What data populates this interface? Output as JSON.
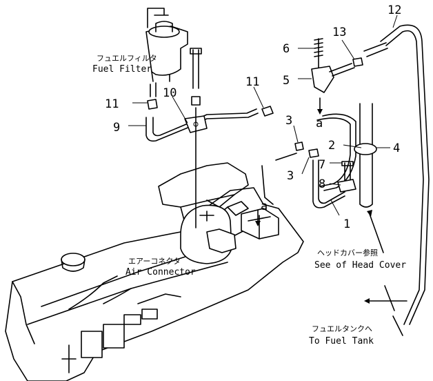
{
  "labels": {
    "n1": "1",
    "n2": "2",
    "n3": "3",
    "n4": "4",
    "n5": "5",
    "n6": "6",
    "n7": "7",
    "n8": "8",
    "n9": "9",
    "n10": "10",
    "n11": "11",
    "n12": "12",
    "n13": "13",
    "a": "a"
  },
  "captions": {
    "fuel_filter_jp": "フュエルフィルタ",
    "fuel_filter": "Fuel Filter",
    "air_connector_jp": "エアーコネクタ",
    "air_connector": "Air Connector",
    "head_cover_jp": "ヘッドカバー参照",
    "head_cover": "See of Head Cover",
    "fuel_tank_jp": "フュエルタンクへ",
    "fuel_tank": "To Fuel Tank"
  }
}
